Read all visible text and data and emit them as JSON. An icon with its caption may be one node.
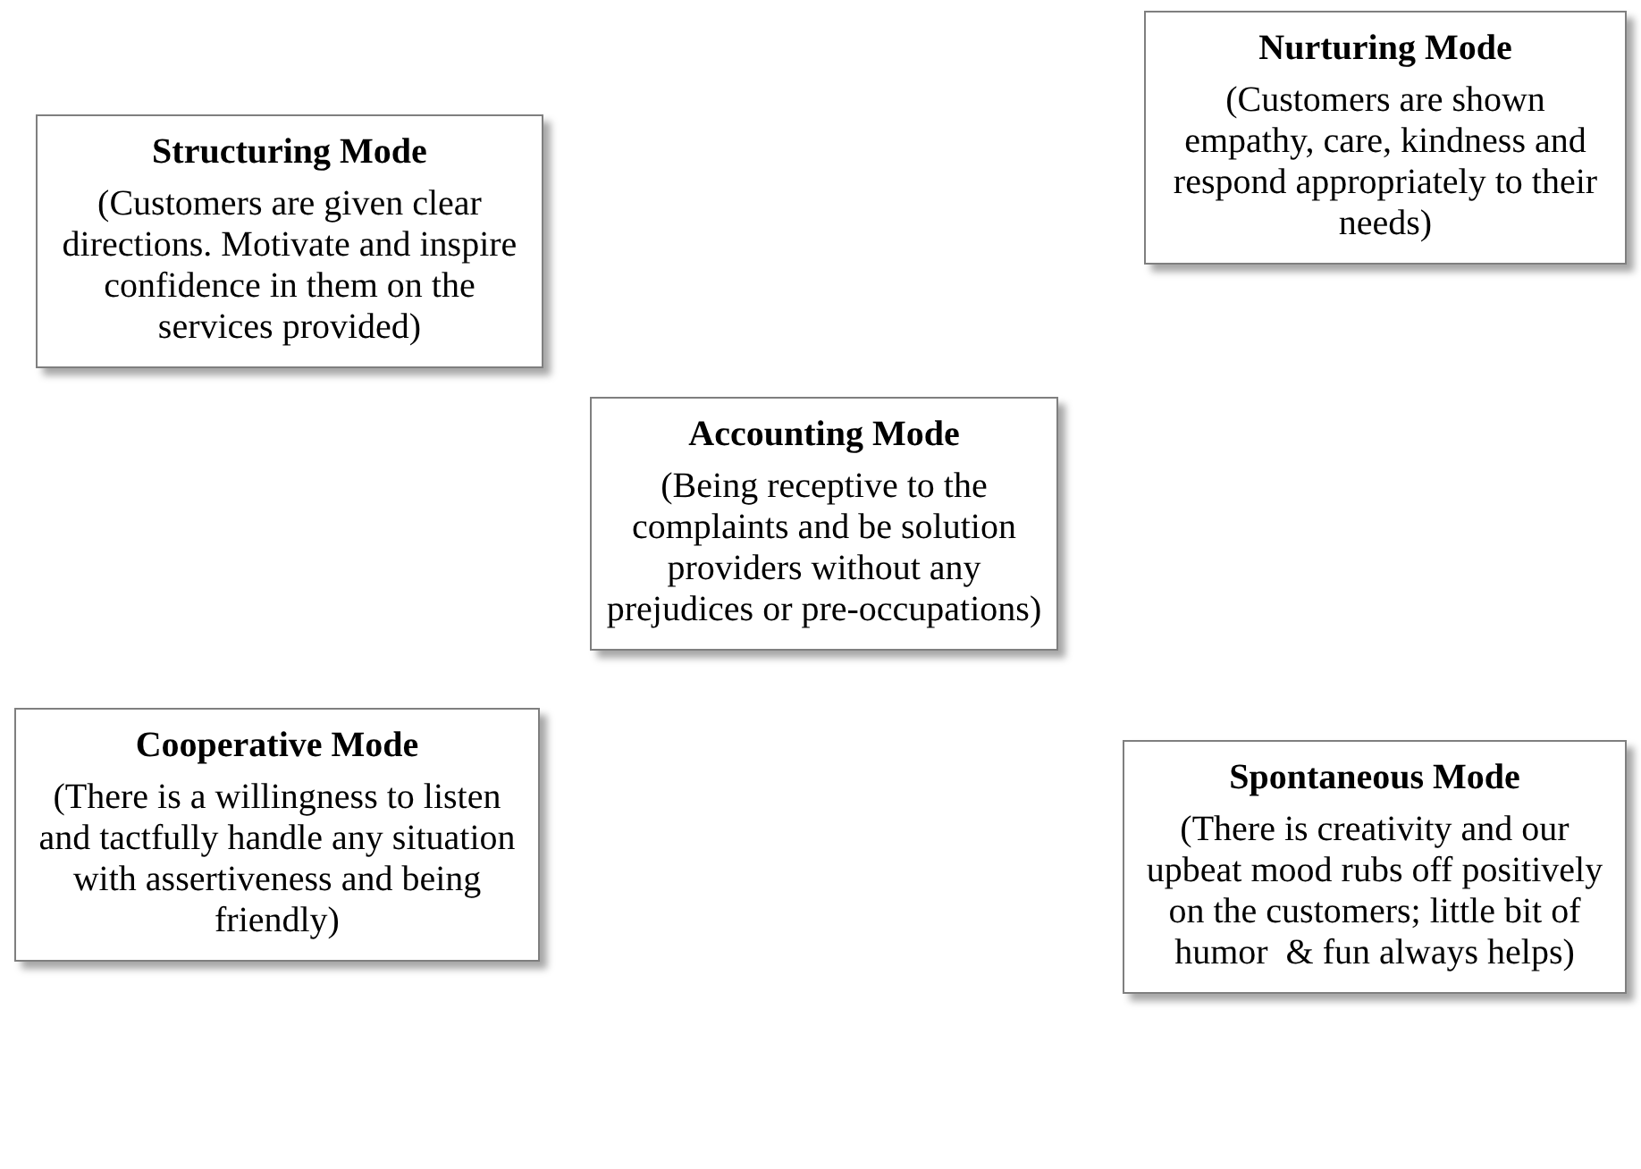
{
  "diagram": {
    "nodes": [
      {
        "text": [
          "Structuring Mode",
          "(Customers are given clear directions. Motivate and inspire confidence in them on the services provided)"
        ]
      },
      {
        "text": [
          "Nurturing Mode",
          "(Customers are shown empathy, care, kindness and respond appropriately to their needs)"
        ]
      },
      {
        "text": [
          "Accounting Mode",
          "(Being receptive to the complaints and be solution providers without any prejudices or pre-occupations)"
        ]
      },
      {
        "text": [
          "Cooperative Mode",
          "(There is a willingness to listen and tactfully handle any situation with assertiveness and being friendly)"
        ]
      },
      {
        "text": [
          "Spontaneous Mode",
          "(There is creativity and our upbeat mood rubs off positively on the customers; little bit of humor  & fun always helps)"
        ]
      }
    ]
  }
}
